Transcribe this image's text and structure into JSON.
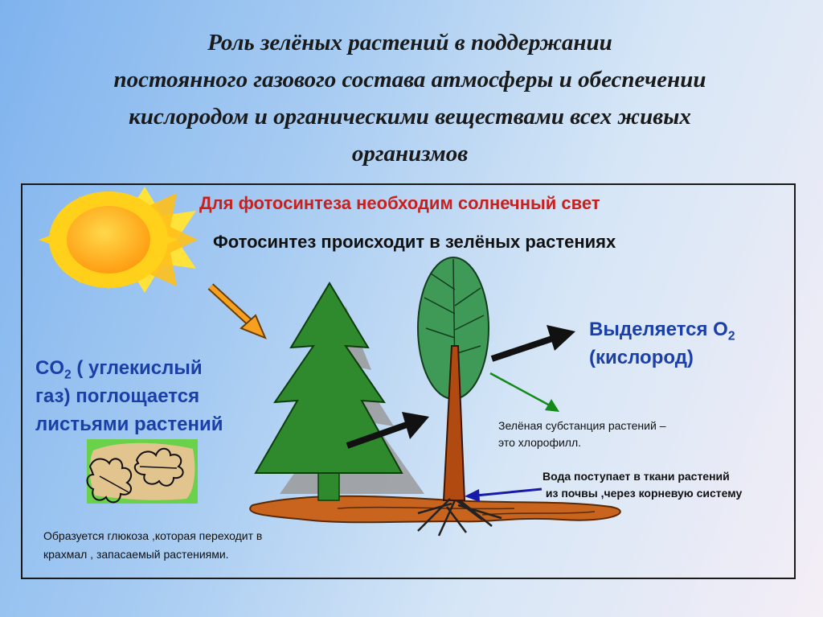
{
  "title": {
    "line1": "Роль зелёных  растений  в поддержании",
    "line2": "постоянного  газового состава атмосферы и обеспечении",
    "line3": "кислородом и органическими веществами  всех живых",
    "line4": "организмов"
  },
  "headline_red": "Для фотосинтеза необходим солнечный свет",
  "headline_black": "Фотосинтез происходит в зелёных растениях",
  "co2": {
    "prefix": "CO",
    "sub": "2",
    "line1_rest": " ( углекислый",
    "line2": "газ) поглощается",
    "line3": "листьями растений"
  },
  "o2": {
    "prefix": "Выделяется O",
    "sub": "2",
    "line2": "(кислород)"
  },
  "chlorophyll": {
    "line1": "Зелёная субстанция  растений –",
    "line2": "это хлорофилл."
  },
  "water": {
    "line1": "Вода поступает в ткани растений",
    "line2": " из почвы ,через корневую систему"
  },
  "glucose": {
    "line1": "Образуется глюкоза ,которая переходит в",
    "line2": "крахмал , запасаемый растениями."
  },
  "colors": {
    "red_text": "#c8201e",
    "blue_text": "#1a3fa8",
    "fir_green": "#2e8a2c",
    "leaf_green": "#3f9a57",
    "trunk_brown": "#b04a10",
    "sun_yellow": "#ffd21a"
  },
  "icons": [
    "sun-icon",
    "fir-tree-icon",
    "deciduous-tree-icon",
    "oak-leaves-icon",
    "arrow-icon"
  ]
}
